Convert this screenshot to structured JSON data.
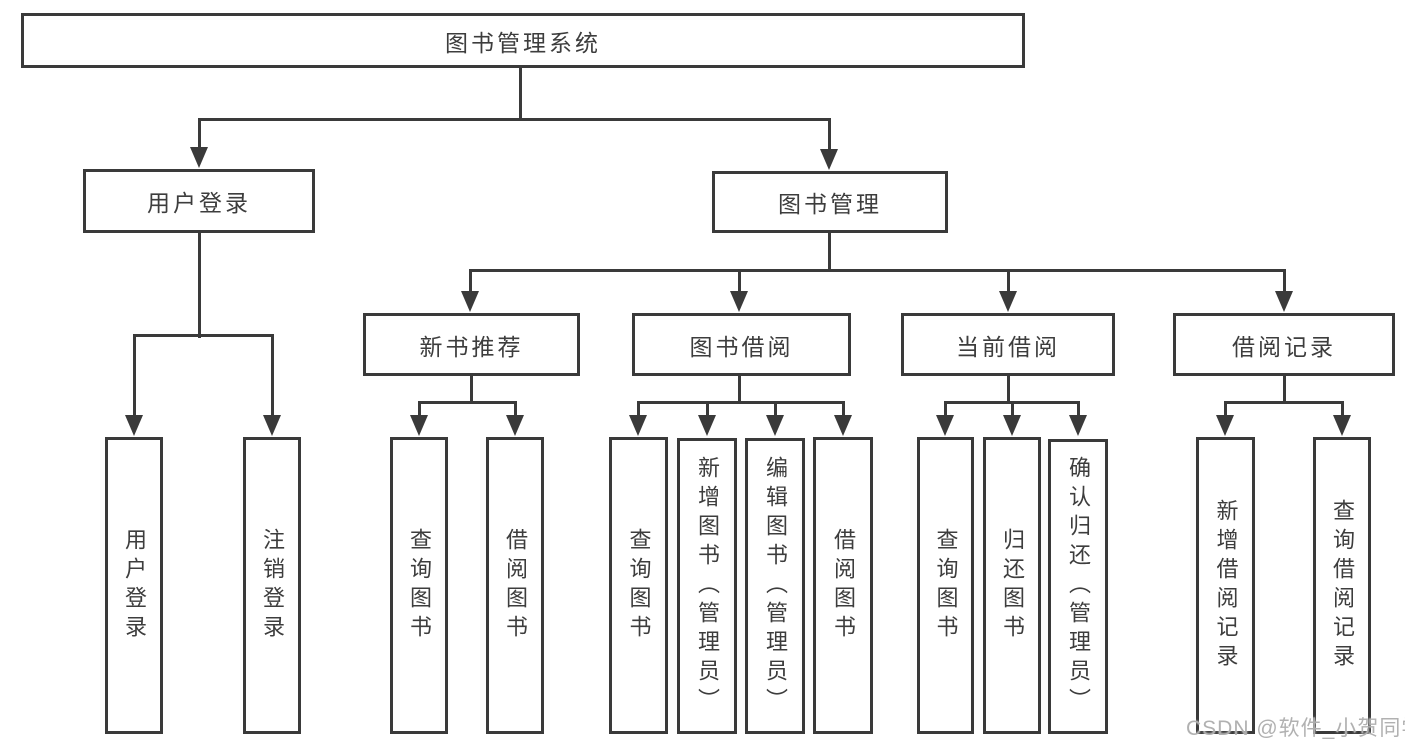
{
  "nodes": {
    "root": {
      "label": "图书管理系统"
    },
    "user_login_branch": {
      "label": "用户登录"
    },
    "book_management": {
      "label": "图书管理"
    },
    "new_book_recommend": {
      "label": "新书推荐"
    },
    "book_borrowing": {
      "label": "图书借阅"
    },
    "current_borrowing": {
      "label": "当前借阅"
    },
    "borrowing_records": {
      "label": "借阅记录"
    },
    "user_login": {
      "label": "用户登录"
    },
    "logout": {
      "label": "注销登录"
    },
    "nb_query_books": {
      "label": "查询图书"
    },
    "nb_borrow_books": {
      "label": "借阅图书"
    },
    "bb_query_books": {
      "label": "查询图书"
    },
    "bb_add_books": {
      "label": "新增图书（管理员）"
    },
    "bb_edit_books": {
      "label": "编辑图书（管理员）"
    },
    "bb_borrow_books": {
      "label": "借阅图书"
    },
    "cb_query_books": {
      "label": "查询图书"
    },
    "cb_return_books": {
      "label": "归还图书"
    },
    "cb_confirm_return": {
      "label": "确认归还（管理员）"
    },
    "br_add_record": {
      "label": "新增借阅记录"
    },
    "br_query_record": {
      "label": "查询借阅记录"
    }
  },
  "watermark": {
    "text": "CSDN @软件_小贺同学"
  },
  "colors": {
    "line": "#3a3a3a",
    "text": "#3d3d3d",
    "background": "#ffffff",
    "watermark": "#adadad"
  }
}
